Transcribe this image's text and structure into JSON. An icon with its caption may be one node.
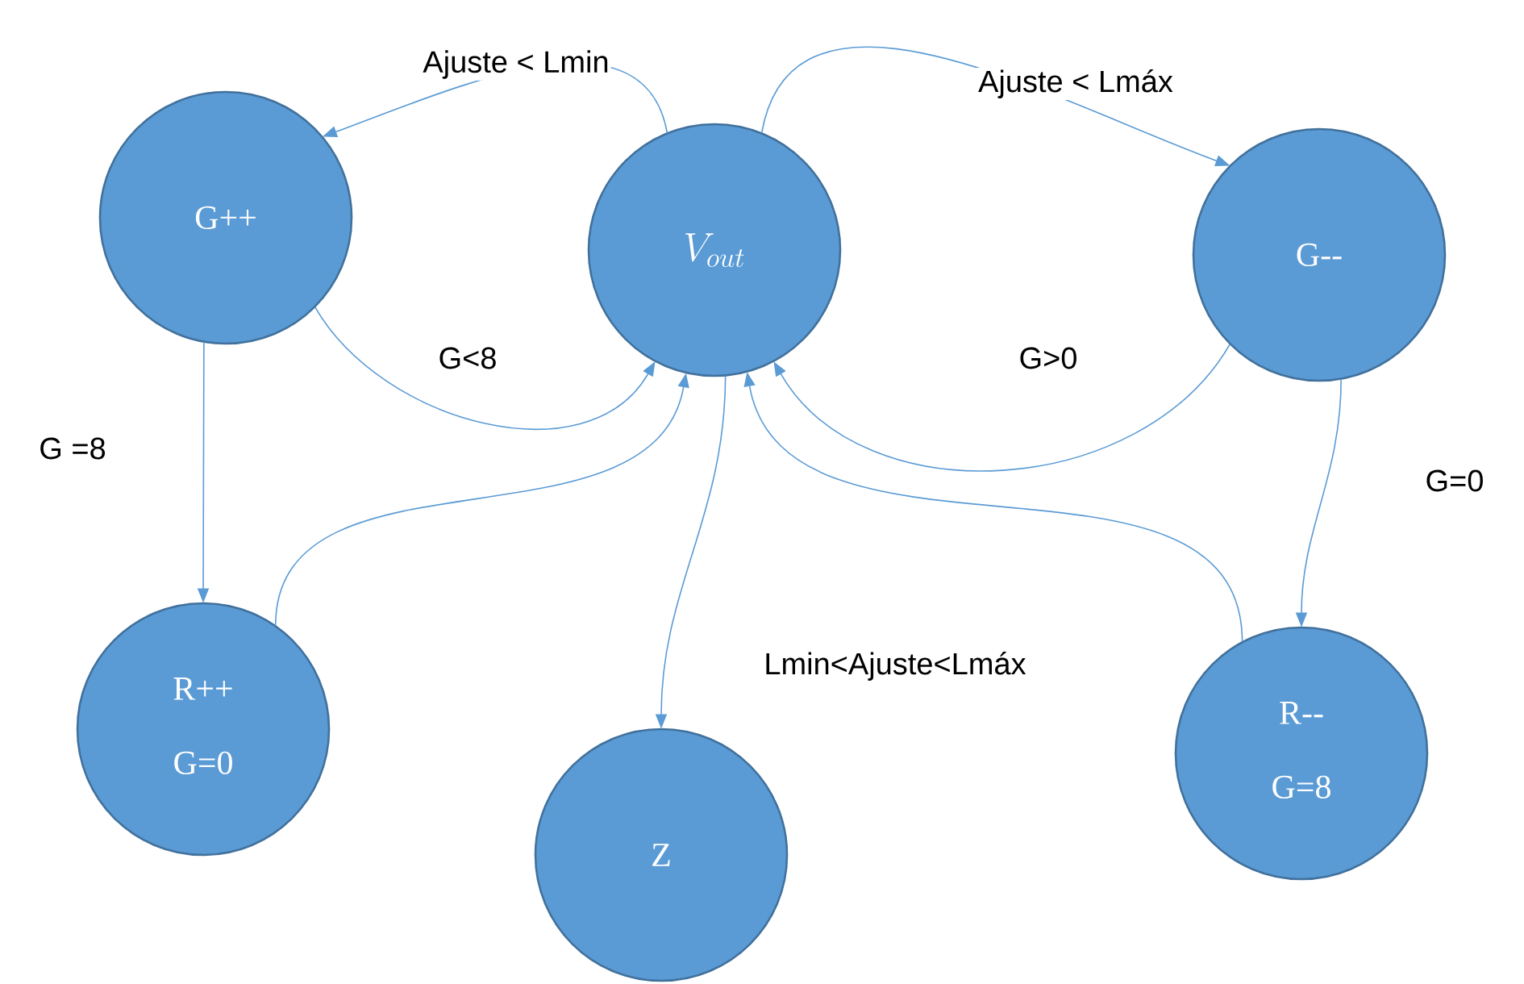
{
  "diagram": {
    "nodes": [
      {
        "text": [
          "G++"
        ]
      },
      {
        "text": [
          "V_{out}"
        ]
      },
      {
        "text": [
          "G--"
        ]
      },
      {
        "text": [
          "R++",
          "G=0"
        ]
      },
      {
        "text": [
          "Z"
        ]
      },
      {
        "text": [
          "R--",
          "G=8"
        ]
      }
    ],
    "edges": [
      {
        "from": 1,
        "to": 0,
        "arrow": "to",
        "label": "Ajuste <  Lmin"
      },
      {
        "from": 1,
        "to": 2,
        "arrow": "to",
        "label": "Ajuste < Lmáx"
      },
      {
        "from": 0,
        "to": 1,
        "arrow": "to",
        "label": "G<8"
      },
      {
        "from": 2,
        "to": 1,
        "arrow": "to",
        "label": "G>0"
      },
      {
        "from": 0,
        "to": 3,
        "arrow": "to",
        "label": "G =8"
      },
      {
        "from": 2,
        "to": 5,
        "arrow": "to",
        "label": "G=0"
      },
      {
        "from": 3,
        "to": 1,
        "arrow": "to"
      },
      {
        "from": 5,
        "to": 1,
        "arrow": "to"
      },
      {
        "from": 1,
        "to": 4,
        "arrow": "to",
        "label": "Lmin<Ajuste<Lmáx"
      }
    ]
  }
}
